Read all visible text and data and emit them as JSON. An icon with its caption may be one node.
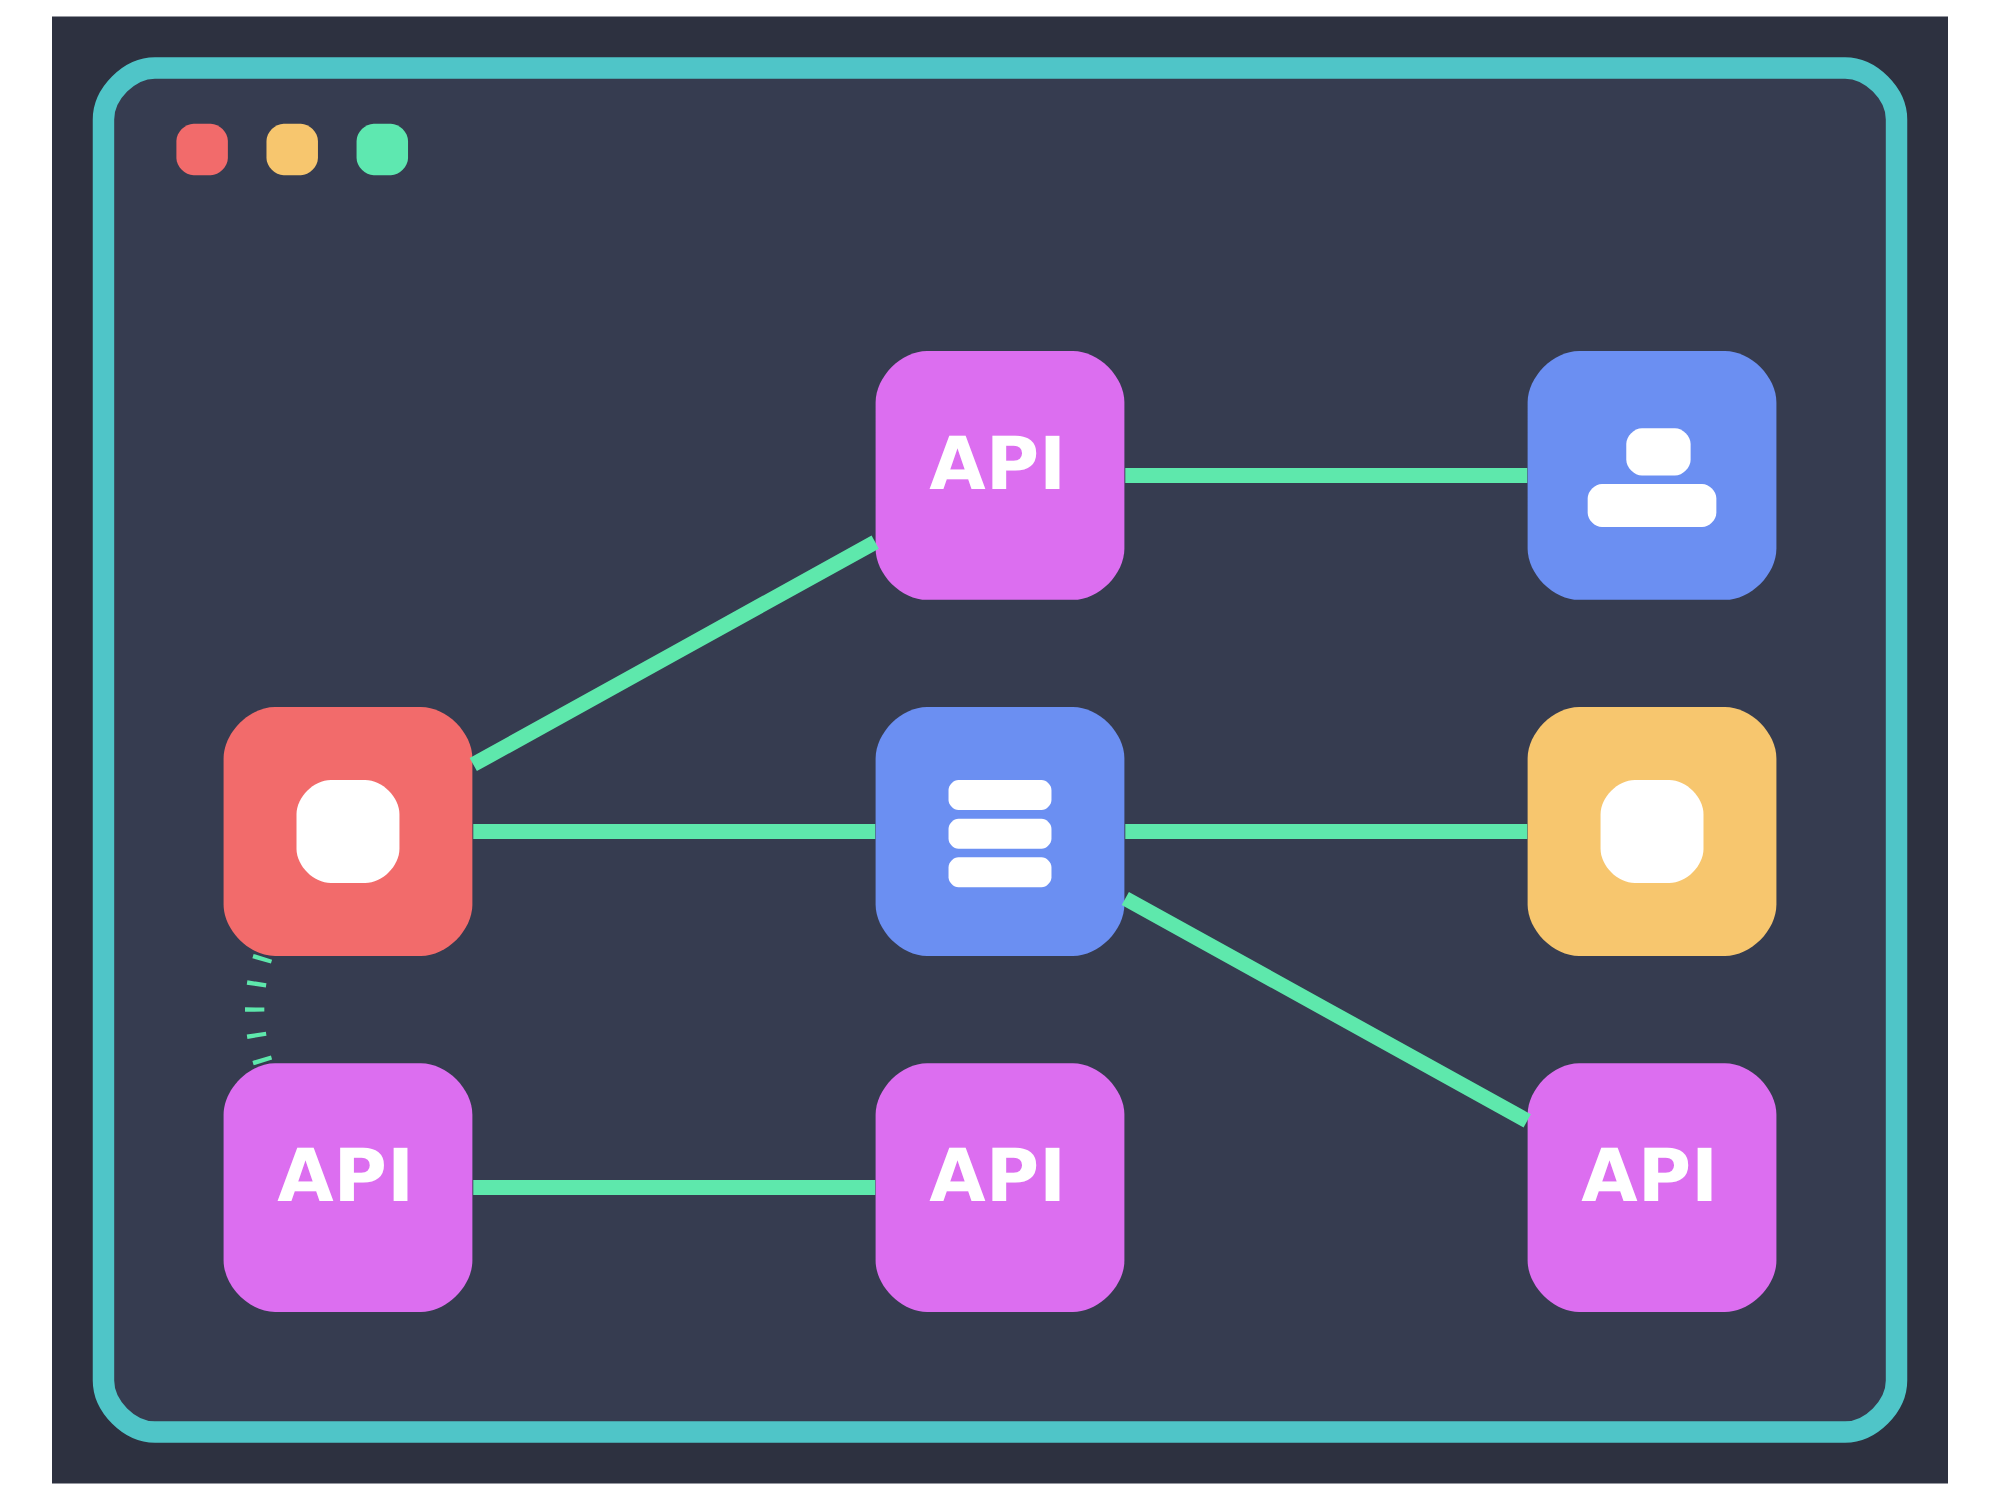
{
  "diagram": {
    "nodes": [
      {
        "text": [],
        "shape": "window"
      },
      {
        "text": [],
        "shape": "box",
        "in": 0
      },
      {
        "text": [
          "API"
        ],
        "in": 0
      },
      {
        "text": [],
        "shape": "box",
        "in": 0
      },
      {
        "text": [],
        "shape": "box",
        "in": 0
      },
      {
        "text": [],
        "shape": "box",
        "in": 0
      },
      {
        "text": [
          "API"
        ],
        "in": 0
      },
      {
        "text": [
          "API"
        ],
        "in": 0
      },
      {
        "text": [
          "API"
        ],
        "in": 0
      }
    ],
    "edges": [
      {
        "from": 1,
        "to": 2,
        "arrow": "none"
      },
      {
        "from": 1,
        "to": 3,
        "arrow": "none"
      },
      {
        "from": 2,
        "to": 4,
        "arrow": "none"
      },
      {
        "from": 3,
        "to": 5,
        "arrow": "none"
      },
      {
        "from": 3,
        "to": 6,
        "arrow": "none"
      },
      {
        "from": 7,
        "to": 1,
        "arrow": "none",
        "style": "dashed"
      },
      {
        "from": 7,
        "to": 8,
        "arrow": "none"
      }
    ]
  }
}
